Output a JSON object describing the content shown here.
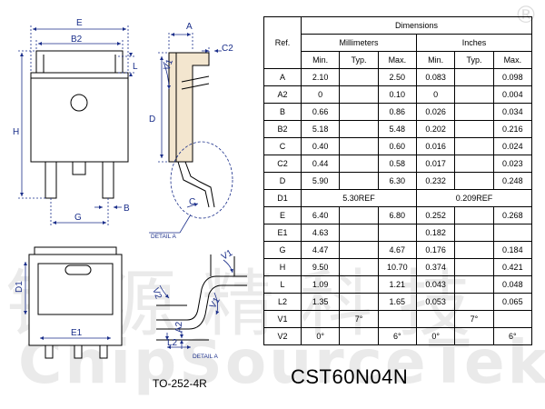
{
  "labels": {
    "E": "E",
    "B2": "B2",
    "L": "L",
    "H": "H",
    "B": "B",
    "G": "G",
    "A": "A",
    "C2": "C2",
    "V1": "V1",
    "D": "D",
    "C": "C",
    "detail_a": "DETAIL A",
    "D1": "D1",
    "E1": "E1",
    "V2": "V2",
    "A2": "A2",
    "L2": "L2"
  },
  "package_name": "TO-252-4R",
  "part_number": "CST60N04N",
  "watermark": {
    "cn": "钜源精科技",
    "en": "ChipSourceTek",
    "registered": "®"
  },
  "table": {
    "ref_header": "Ref.",
    "dimensions_header": "Dimensions",
    "mm_header": "Millimeters",
    "inch_header": "Inches",
    "sub_headers": [
      "Min.",
      "Typ.",
      "Max.",
      "Min.",
      "Typ.",
      "Max."
    ],
    "rows": [
      {
        "ref": "A",
        "mm": [
          "2.10",
          "",
          "2.50"
        ],
        "in": [
          "0.083",
          "",
          "0.098"
        ]
      },
      {
        "ref": "A2",
        "mm": [
          "0",
          "",
          "0.10"
        ],
        "in": [
          "0",
          "",
          "0.004"
        ]
      },
      {
        "ref": "B",
        "mm": [
          "0.66",
          "",
          "0.86"
        ],
        "in": [
          "0.026",
          "",
          "0.034"
        ]
      },
      {
        "ref": "B2",
        "mm": [
          "5.18",
          "",
          "5.48"
        ],
        "in": [
          "0.202",
          "",
          "0.216"
        ]
      },
      {
        "ref": "C",
        "mm": [
          "0.40",
          "",
          "0.60"
        ],
        "in": [
          "0.016",
          "",
          "0.024"
        ]
      },
      {
        "ref": "C2",
        "mm": [
          "0.44",
          "",
          "0.58"
        ],
        "in": [
          "0.017",
          "",
          "0.023"
        ]
      },
      {
        "ref": "D",
        "mm": [
          "5.90",
          "",
          "6.30"
        ],
        "in": [
          "0.232",
          "",
          "0.248"
        ]
      },
      {
        "ref": "D1",
        "mm_ref": "5.30REF",
        "in_ref": "0.209REF"
      },
      {
        "ref": "E",
        "mm": [
          "6.40",
          "",
          "6.80"
        ],
        "in": [
          "0.252",
          "",
          "0.268"
        ]
      },
      {
        "ref": "E1",
        "mm": [
          "4.63",
          "",
          ""
        ],
        "in": [
          "0.182",
          "",
          ""
        ]
      },
      {
        "ref": "G",
        "mm": [
          "4.47",
          "",
          "4.67"
        ],
        "in": [
          "0.176",
          "",
          "0.184"
        ]
      },
      {
        "ref": "H",
        "mm": [
          "9.50",
          "",
          "10.70"
        ],
        "in": [
          "0.374",
          "",
          "0.421"
        ]
      },
      {
        "ref": "L",
        "mm": [
          "1.09",
          "",
          "1.21"
        ],
        "in": [
          "0.043",
          "",
          "0.048"
        ]
      },
      {
        "ref": "L2",
        "mm": [
          "1.35",
          "",
          "1.65"
        ],
        "in": [
          "0.053",
          "",
          "0.065"
        ]
      },
      {
        "ref": "V1",
        "mm": [
          "",
          "7°",
          ""
        ],
        "in": [
          "",
          "7°",
          ""
        ]
      },
      {
        "ref": "V2",
        "mm": [
          "0°",
          "",
          "6°"
        ],
        "in": [
          "0°",
          "",
          "6°"
        ]
      }
    ]
  }
}
